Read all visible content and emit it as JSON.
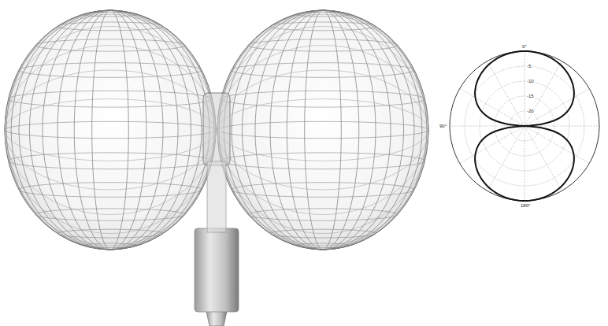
{
  "diagram": {
    "labels": [
      "0°",
      "-5",
      "-10",
      "-15",
      "-20",
      "90°",
      "180°"
    ]
  }
}
